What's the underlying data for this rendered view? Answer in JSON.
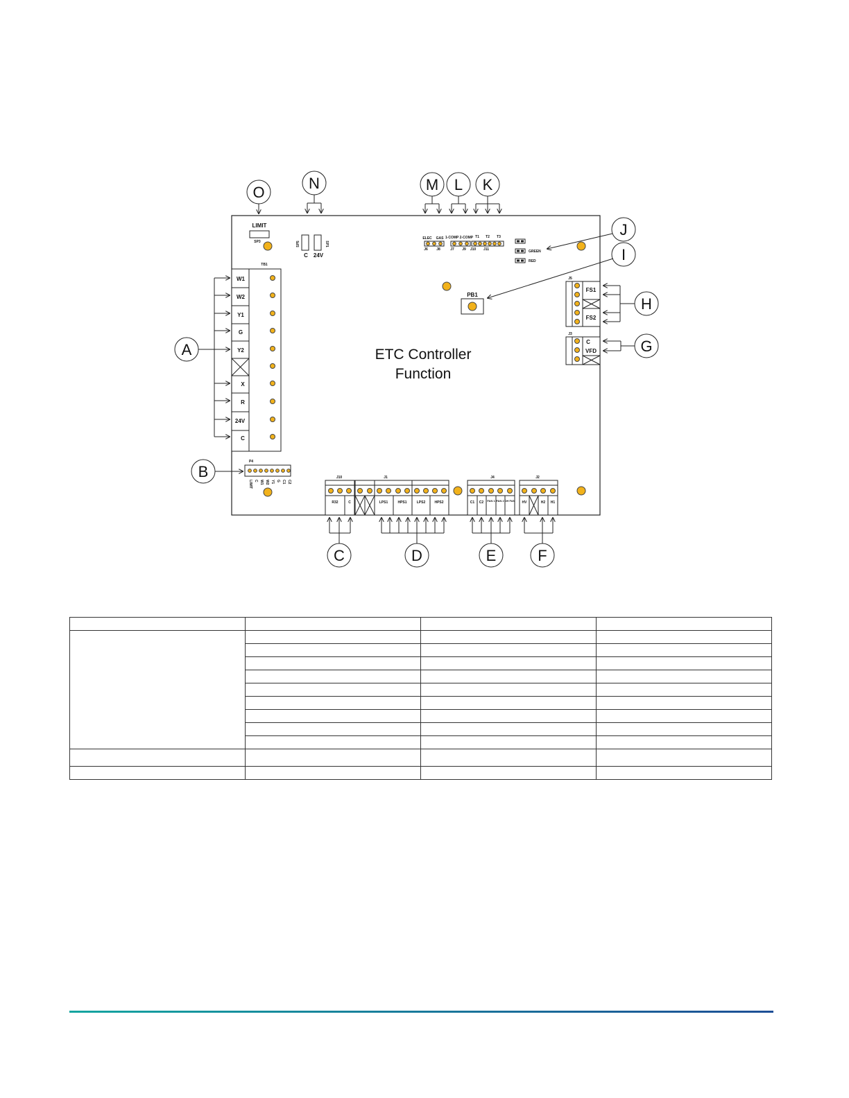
{
  "diagram": {
    "title_line1": "ETC Controller",
    "title_line2": "Function",
    "callouts": [
      "O",
      "N",
      "M",
      "L",
      "K",
      "J",
      "I",
      "H",
      "G",
      "A",
      "B",
      "C",
      "D",
      "E",
      "F"
    ],
    "tb1": {
      "label": "TB1",
      "terminals": [
        "W1",
        "W2",
        "Y1",
        "G",
        "Y2",
        "",
        "X",
        "R",
        "24V",
        "C"
      ]
    },
    "limit": {
      "label": "LIMIT",
      "sub": "SP3"
    },
    "sp_connectors": {
      "left": "C",
      "right": "24V",
      "left_sub": "SP5",
      "right_sub": "SP1"
    },
    "j8": {
      "label": "J8",
      "left": "ELEC",
      "right": "GAS",
      "sub": "J6"
    },
    "j9": {
      "label": "J9",
      "text": "1-COMP  2-COMP",
      "sub": "J7"
    },
    "j11": {
      "label": "J11",
      "items": [
        "T1",
        "T2",
        "T3"
      ],
      "sub": "J10"
    },
    "leds": [
      "",
      "GREEN",
      "RED"
    ],
    "pb1": "PB1",
    "j5": {
      "label": "J5",
      "items": [
        "FS1",
        "FS2"
      ]
    },
    "j3": {
      "label": "J3",
      "items": [
        "C",
        "VFD"
      ]
    },
    "p4": {
      "label": "P4",
      "pins": [
        "LIMIT",
        "C",
        "W1",
        "W2",
        "Y1",
        "G",
        "C1",
        "C2"
      ]
    },
    "j10": {
      "label": "J10",
      "items": [
        "R32",
        "C"
      ]
    },
    "j1": {
      "label": "J1",
      "items": [
        "LPS1",
        "HPS1",
        "LPS2",
        "HPS2"
      ]
    },
    "j4": {
      "label": "J4",
      "items": [
        "C1",
        "C2",
        "FAN 1",
        "FAN 2",
        "OH FAN"
      ]
    },
    "j2": {
      "label": "J2",
      "items": [
        "HV",
        "H2",
        "H1"
      ]
    }
  },
  "table": {
    "headers": [
      "",
      "",
      "",
      ""
    ],
    "rows": [
      [
        "",
        "",
        "",
        ""
      ],
      [
        "",
        "",
        ""
      ],
      [
        "",
        "",
        ""
      ],
      [
        "",
        "",
        ""
      ],
      [
        "",
        "",
        ""
      ],
      [
        "",
        "",
        ""
      ],
      [
        "",
        "",
        ""
      ],
      [
        "",
        "",
        ""
      ],
      [
        "",
        "",
        ""
      ],
      [
        "",
        "",
        "",
        ""
      ],
      [
        "",
        "",
        "",
        ""
      ]
    ]
  }
}
